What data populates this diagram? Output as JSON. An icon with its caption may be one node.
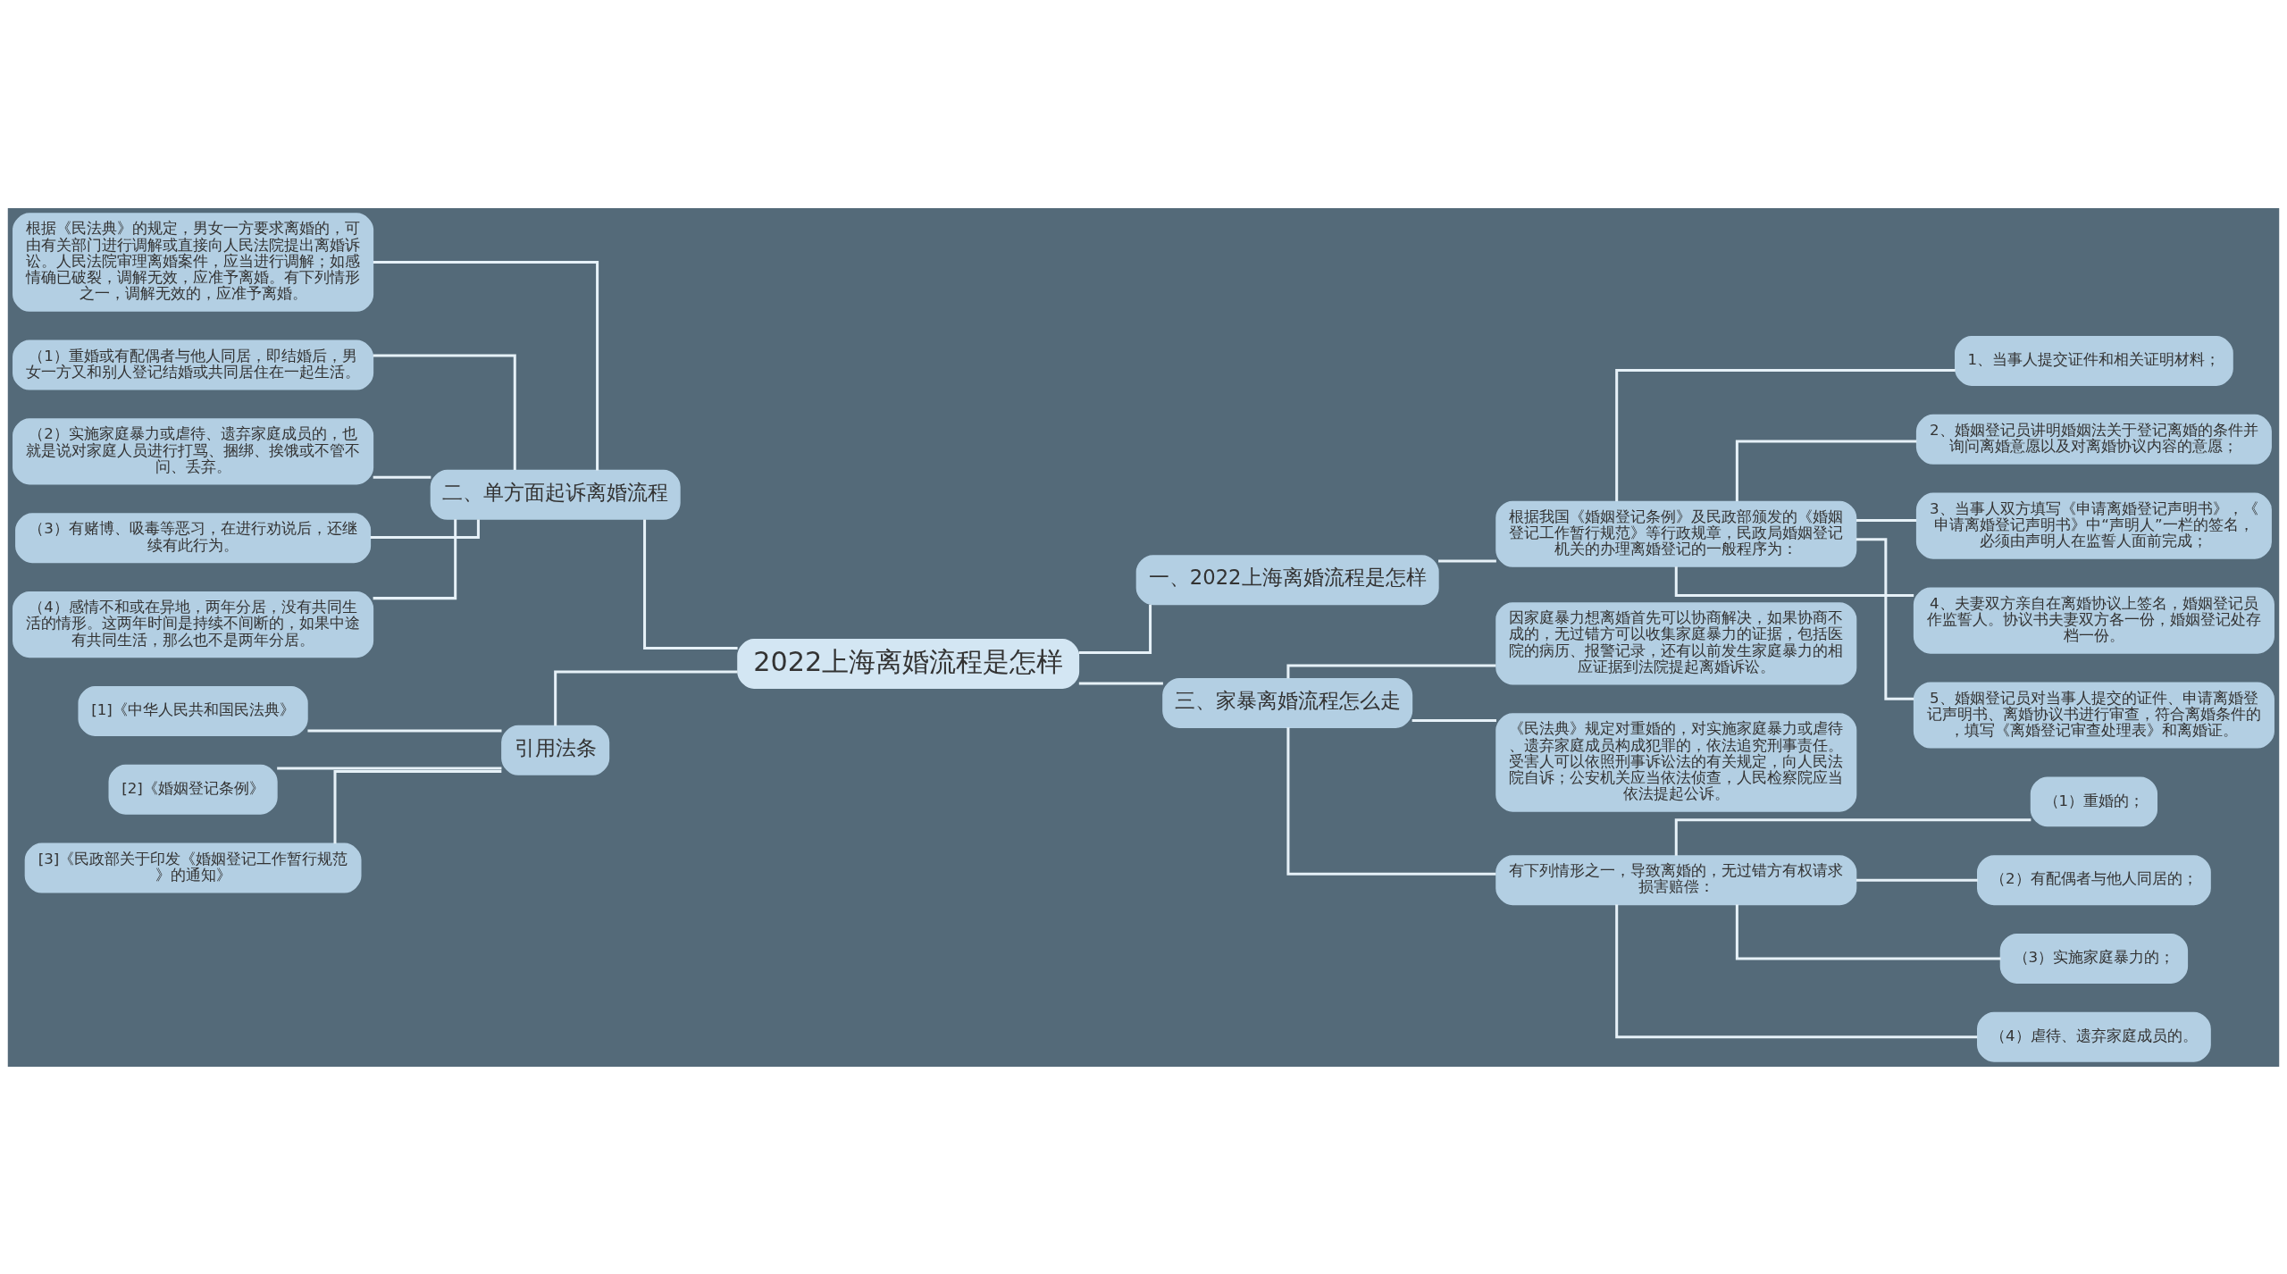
{
  "diagram": {
    "nodes": [
      {
        "text": [
          "2022上海离婚流程是怎样"
        ]
      },
      {
        "text": [
          "一、2022上海离婚流程是怎样"
        ]
      },
      {
        "text": [
          "根据我国《婚姻登记条例》及民政部颁发的《婚姻登记工作暂行规范》等行政规章，民政局婚姻登记机关的办理离婚登记的一般程序为："
        ]
      },
      {
        "text": [
          "1、当事人提交证件和相关证明材料；"
        ]
      },
      {
        "text": [
          "2、婚姻登记员讲明婚姻法关于登记离婚的条件并询问离婚意愿以及对离婚协议内容的意愿；"
        ]
      },
      {
        "text": [
          "3、当事人双方填写《申请离婚登记声明书》，《申请离婚登记声明书》中“声明人”一栏的签名，必须由声明人在监誓人面前完成；"
        ]
      },
      {
        "text": [
          "4、夫妻双方亲自在离婚协议上签名，婚姻登记员作监誓人。协议书夫妻双方各一份，婚姻登记处存档一份。"
        ]
      },
      {
        "text": [
          "5、婚姻登记员对当事人提交的证件、申请离婚登记声明书、离婚协议书进行审查，符合离婚条件的，填写《离婚登记审查处理表》和离婚证。"
        ]
      },
      {
        "text": [
          "三、家暴离婚流程怎么走"
        ]
      },
      {
        "text": [
          "因家庭暴力想离婚首先可以协商解决，如果协商不成的，无过错方可以收集家庭暴力的证据，包括医院的病历、报警记录，还有以前发生家庭暴力的相应证据到法院提起离婚诉讼。"
        ]
      },
      {
        "text": [
          "《民法典》规定对重婚的，对实施家庭暴力或虐待、遗弃家庭成员构成犯罪的，依法追究刑事责任。受害人可以依照刑事诉讼法的有关规定，向人民法院自诉；公安机关应当依法侦查，人民检察院应当依法提起公诉。"
        ]
      },
      {
        "text": [
          "有下列情形之一，导致离婚的，无过错方有权请求损害赔偿："
        ]
      },
      {
        "text": [
          "（1）重婚的；"
        ]
      },
      {
        "text": [
          "（2）有配偶者与他人同居的；"
        ]
      },
      {
        "text": [
          "（3）实施家庭暴力的；"
        ]
      },
      {
        "text": [
          "（4）虐待、遗弃家庭成员的。"
        ]
      },
      {
        "text": [
          "二、单方面起诉离婚流程"
        ]
      },
      {
        "text": [
          "根据《民法典》的规定，男女一方要求离婚的，可由有关部门进行调解或直接向人民法院提出离婚诉讼。人民法院审理离婚案件，应当进行调解；如感情确已破裂，调解无效，应准予离婚。有下列情形之一，调解无效的，应准予离婚。"
        ]
      },
      {
        "text": [
          "（1）重婚或有配偶者与他人同居，即结婚后，男女一方又和别人登记结婚或共同居住在一起生活。"
        ]
      },
      {
        "text": [
          "（2）实施家庭暴力或虐待、遗弃家庭成员的，也就是说对家庭人员进行打骂、捆绑、挨饿或不管不问、丢弃。"
        ]
      },
      {
        "text": [
          "（3）有赌博、吸毒等恶习，在进行劝说后，还继续有此行为。"
        ]
      },
      {
        "text": [
          "（4）感情不和或在异地，两年分居，没有共同生活的情形。这两年时间是持续不间断的，如果中途有共同生活，那么也不是两年分居。"
        ]
      },
      {
        "text": [
          "引用法条"
        ]
      },
      {
        "text": [
          "[1]《中华人民共和国民法典》"
        ]
      },
      {
        "text": [
          "[2]《婚姻登记条例》"
        ]
      },
      {
        "text": [
          "[3]《民政部关于印发《婚姻登记工作暂行规范》的通知》"
        ]
      }
    ],
    "edges": [
      {
        "from": 0,
        "to": 1,
        "arrow": "none"
      },
      {
        "from": 1,
        "to": 2,
        "arrow": "none"
      },
      {
        "from": 2,
        "to": 3,
        "arrow": "none"
      },
      {
        "from": 2,
        "to": 4,
        "arrow": "none"
      },
      {
        "from": 2,
        "to": 5,
        "arrow": "none"
      },
      {
        "from": 2,
        "to": 6,
        "arrow": "none"
      },
      {
        "from": 2,
        "to": 7,
        "arrow": "none"
      },
      {
        "from": 0,
        "to": 8,
        "arrow": "none"
      },
      {
        "from": 8,
        "to": 9,
        "arrow": "none"
      },
      {
        "from": 8,
        "to": 10,
        "arrow": "none"
      },
      {
        "from": 8,
        "to": 11,
        "arrow": "none"
      },
      {
        "from": 11,
        "to": 12,
        "arrow": "none"
      },
      {
        "from": 11,
        "to": 13,
        "arrow": "none"
      },
      {
        "from": 11,
        "to": 14,
        "arrow": "none"
      },
      {
        "from": 11,
        "to": 15,
        "arrow": "none"
      },
      {
        "from": 0,
        "to": 16,
        "arrow": "none"
      },
      {
        "from": 16,
        "to": 17,
        "arrow": "none"
      },
      {
        "from": 16,
        "to": 18,
        "arrow": "none"
      },
      {
        "from": 16,
        "to": 19,
        "arrow": "none"
      },
      {
        "from": 16,
        "to": 20,
        "arrow": "none"
      },
      {
        "from": 16,
        "to": 21,
        "arrow": "none"
      },
      {
        "from": 0,
        "to": 22,
        "arrow": "none"
      },
      {
        "from": 22,
        "to": 23,
        "arrow": "none"
      },
      {
        "from": 22,
        "to": 24,
        "arrow": "none"
      },
      {
        "from": 22,
        "to": 25,
        "arrow": "none"
      }
    ]
  }
}
